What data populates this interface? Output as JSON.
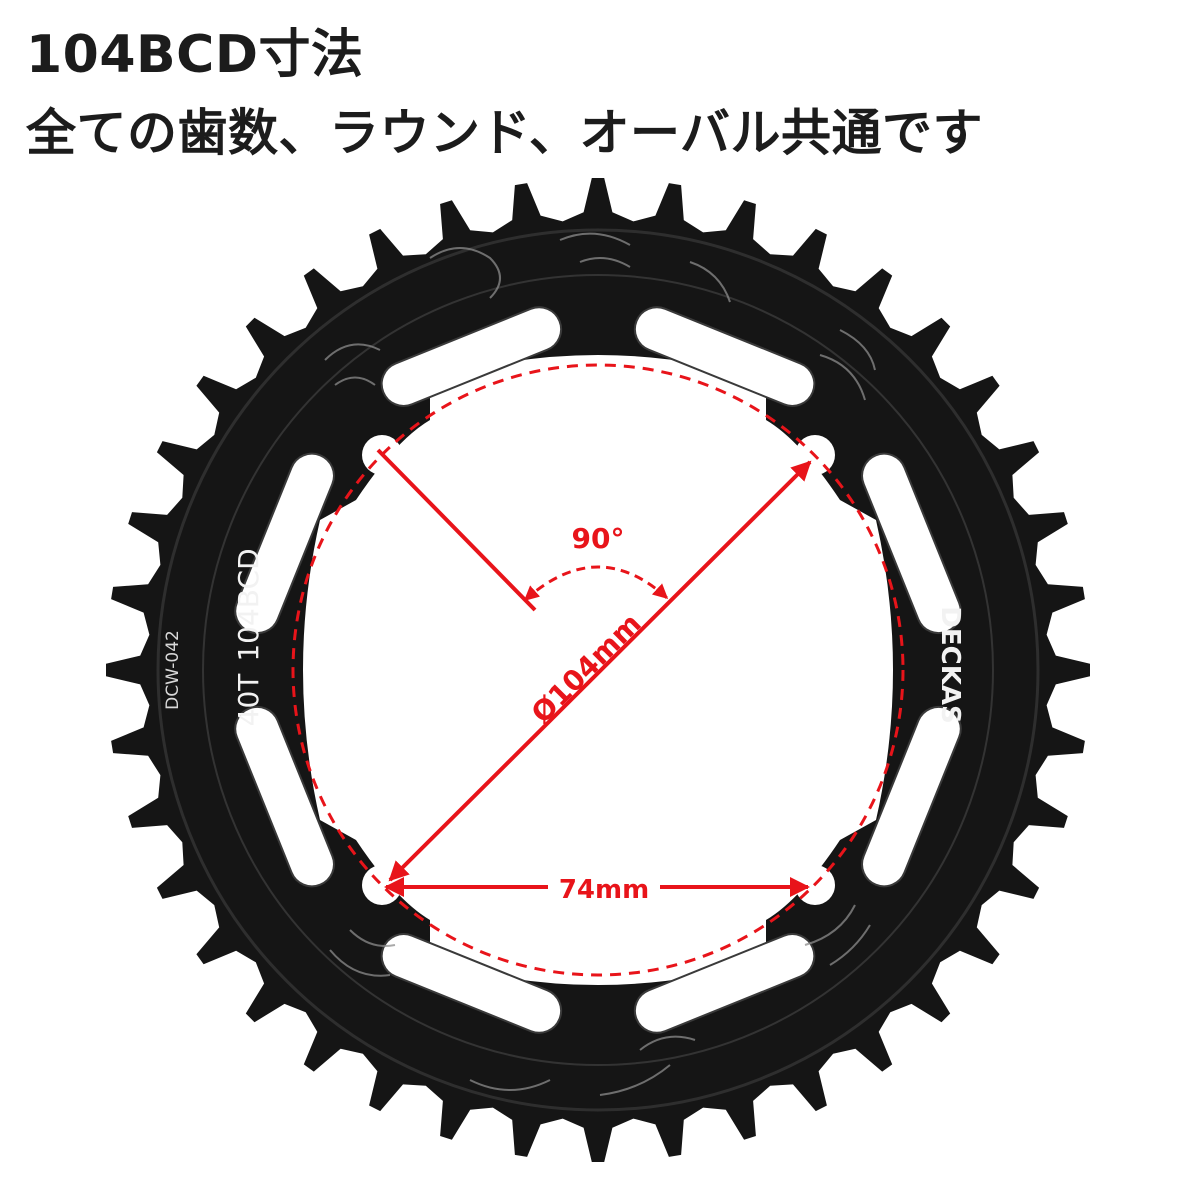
{
  "header": {
    "title": "104BCD寸法",
    "subtitle": "全ての歯数、ラウンド、オーバル共通です"
  },
  "diagram": {
    "dimension_angle": "90°",
    "dimension_diameter": "Ø104mm",
    "dimension_spacing": "74mm",
    "brand": "DECKAS",
    "spec_label": "104BCD",
    "teeth_label": "40T",
    "model_label": "DCW-042",
    "tooth_count": 40,
    "colors": {
      "ring": "#151515",
      "ring_edge": "#2e2e2e",
      "dimension": "#e8141a",
      "accent_text": "#f2f2f2",
      "background": "#ffffff"
    }
  }
}
